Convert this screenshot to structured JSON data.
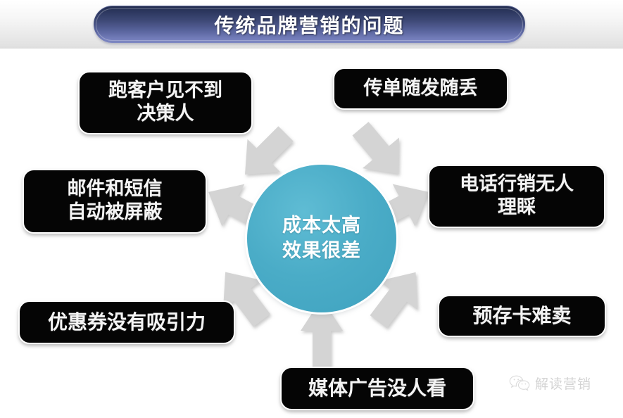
{
  "slide": {
    "title": "传统品牌营销的问题",
    "background_color": "#ffffff",
    "header_band_color": "#e2e2e2"
  },
  "title_bar": {
    "text": "传统品牌营销的问题",
    "gradient_top": "#242e50",
    "gradient_bottom": "#7f88c2",
    "text_color": "#ffffff"
  },
  "center": {
    "fill_color": "#4aacc7",
    "text_color": "#ffffff",
    "line1": "成本太高",
    "line2": "效果很差"
  },
  "problems": [
    {
      "id": "box-0",
      "line1": "跑客户见不到",
      "line2": "决策人"
    },
    {
      "id": "box-1",
      "line1": "传单随发随丢",
      "line2": ""
    },
    {
      "id": "box-2",
      "line1": "邮件和短信",
      "line2": "自动被屏蔽"
    },
    {
      "id": "box-3",
      "line1": "电话行销无人",
      "line2": "理睬"
    },
    {
      "id": "box-4",
      "line1": "优惠券没有吸引力",
      "line2": ""
    },
    {
      "id": "box-5",
      "line1": "预存卡难卖",
      "line2": ""
    },
    {
      "id": "box-6",
      "line1": "媒体广告没人看",
      "line2": ""
    }
  ],
  "arrows": {
    "color": "#d4d4d4",
    "count": 7,
    "direction": "inward-to-center"
  },
  "watermark": {
    "text": "解读营销",
    "icon": "wechat-icon",
    "color": "#b9b9b9"
  }
}
